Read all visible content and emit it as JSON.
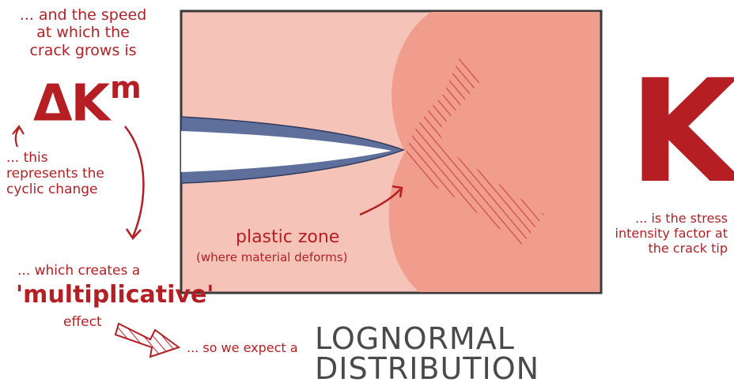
{
  "annotations": {
    "speed": "... and the speed at which the crack grows is",
    "delta_k": "ΔK",
    "delta_k_exp": "m",
    "cyclic": "... this represents the cyclic change",
    "multiplicative_1": "... which creates a",
    "multiplicative_2": "'multiplicative'",
    "multiplicative_3": "effect",
    "expect": "... so we expect a",
    "lognormal": "LOGNORMAL DISTRIBUTION",
    "k": "K",
    "stress": "... is the stress intensity factor at the crack tip",
    "plastic_zone": "plastic zone",
    "plastic_zone_note": "(where material deforms)"
  },
  "colors": {
    "accent_red": "#b51f24",
    "panel_light": "#f6c3b9",
    "panel_zone": "#f09d8d",
    "crack_edge": "#5f6f9c",
    "hatch": "#c8303a",
    "title_gray": "#4a4a4a"
  }
}
